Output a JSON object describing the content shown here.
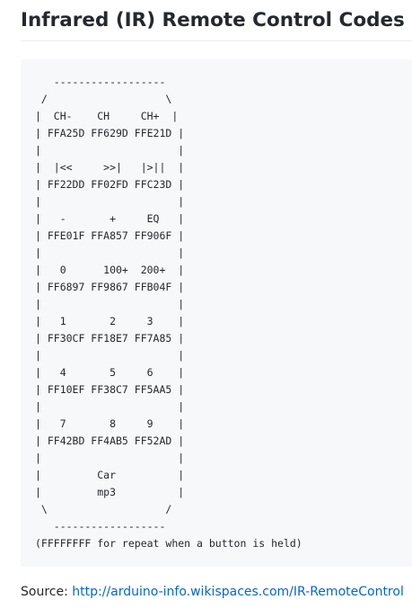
{
  "heading": "Infrared (IR) Remote Control Codes",
  "code_block": {
    "lines": [
      "   ------------------",
      " /                   \\",
      "|  CH-    CH     CH+  |",
      "| FFA25D FF629D FFE21D |",
      "|                      |",
      "|  |<<     >>|   |>||  |",
      "| FF22DD FF02FD FFC23D |",
      "|                      |",
      "|   -       +     EQ   |",
      "| FFE01F FFA857 FF906F |",
      "|                      |",
      "|   0      100+  200+  |",
      "| FF6897 FF9867 FFB04F |",
      "|                      |",
      "|   1       2     3    |",
      "| FF30CF FF18E7 FF7A85 |",
      "|                      |",
      "|   4       5     6    |",
      "| FF10EF FF38C7 FF5AA5 |",
      "|                      |",
      "|   7       8     9    |",
      "| FF42BD FF4AB5 FF52AD |",
      "|                      |",
      "|         Car          |",
      "|         mp3          |",
      " \\                   /",
      "   ------------------",
      "(FFFFFFFF for repeat when a button is held)"
    ]
  },
  "source": {
    "label": "Source: ",
    "link_text": "http://arduino-info.wikispaces.com/IR-RemoteControl"
  },
  "colors": {
    "text": "#24292e",
    "link": "#0366d6",
    "code_background": "#f6f8fa",
    "rule": "#eaecef"
  }
}
